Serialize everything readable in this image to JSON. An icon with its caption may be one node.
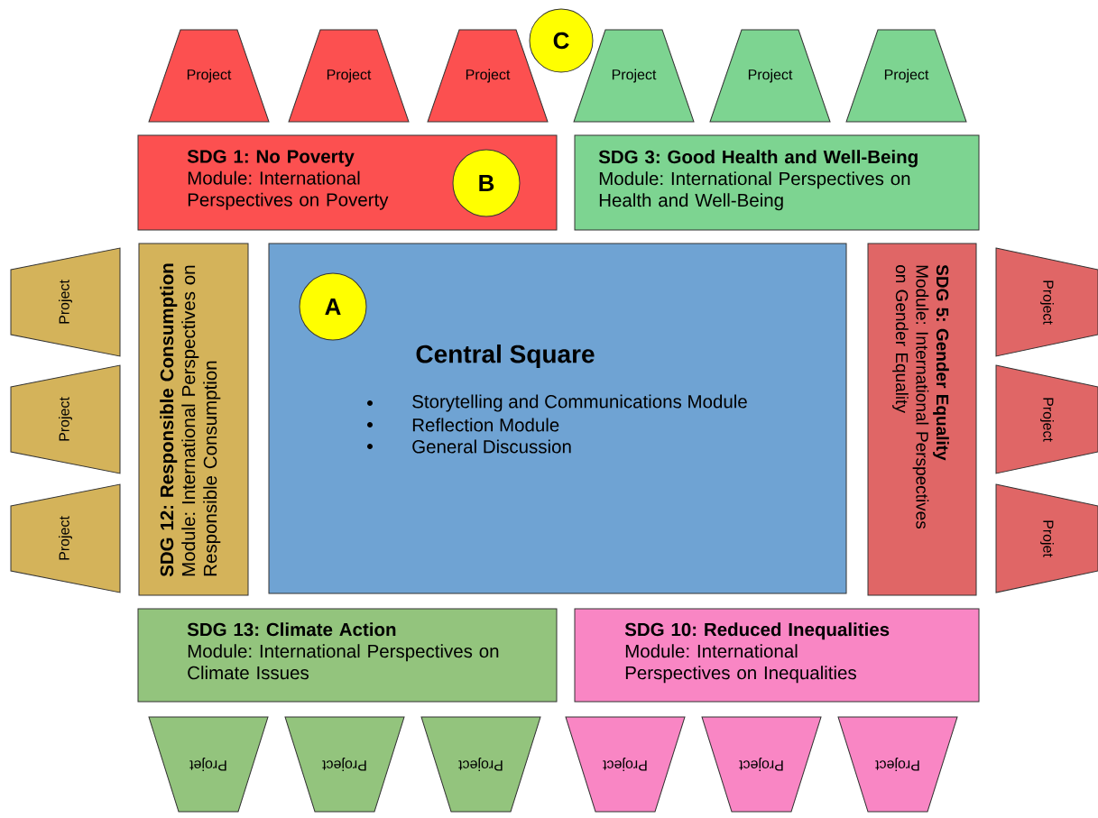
{
  "diagram": {
    "nodes": [
      {
        "text": [
          "Project"
        ]
      },
      {
        "text": [
          "Project"
        ]
      },
      {
        "text": [
          "Project"
        ]
      },
      {
        "text": [
          "Project"
        ]
      },
      {
        "text": [
          "Project"
        ]
      },
      {
        "text": [
          "Project"
        ]
      },
      {
        "text": [
          "C"
        ]
      },
      {
        "text": [
          "SDG 1: No Poverty",
          "Module: International Perspectives on Poverty"
        ]
      },
      {
        "text": [
          "B"
        ],
        "in": 7
      },
      {
        "text": [
          "SDG 3: Good Health and Well-Being",
          "Module: International Perspectives on Health and Well-Being"
        ]
      },
      {
        "text": [
          "Project"
        ]
      },
      {
        "text": [
          "Project"
        ]
      },
      {
        "text": [
          "Project"
        ]
      },
      {
        "text": [
          "SDG 12: Responsible Consumption",
          "Module: International Perspectives on Responsible Consumption"
        ]
      },
      {
        "text": [
          "Central Square",
          "Storytelling and Communications Module",
          "Reflection Module",
          "General Discussion"
        ]
      },
      {
        "text": [
          "A"
        ],
        "in": 14
      },
      {
        "text": [
          "SDG 5: Gender Equality",
          "Module: International Perspectives on Gender Equality"
        ]
      },
      {
        "text": [
          "Project"
        ]
      },
      {
        "text": [
          "Project"
        ]
      },
      {
        "text": [
          "Projet"
        ]
      },
      {
        "text": [
          "SDG 13: Climate Action",
          "Module: International Perspectives on Climate Issues"
        ]
      },
      {
        "text": [
          "SDG 10: Reduced Inequalities",
          "Module: International Perspectives on Inequalities"
        ]
      },
      {
        "text": [
          "Projet"
        ]
      },
      {
        "text": [
          "Project"
        ]
      },
      {
        "text": [
          "Project"
        ]
      },
      {
        "text": [
          "Project"
        ]
      },
      {
        "text": [
          "Project"
        ]
      },
      {
        "text": [
          "Project"
        ]
      }
    ]
  }
}
